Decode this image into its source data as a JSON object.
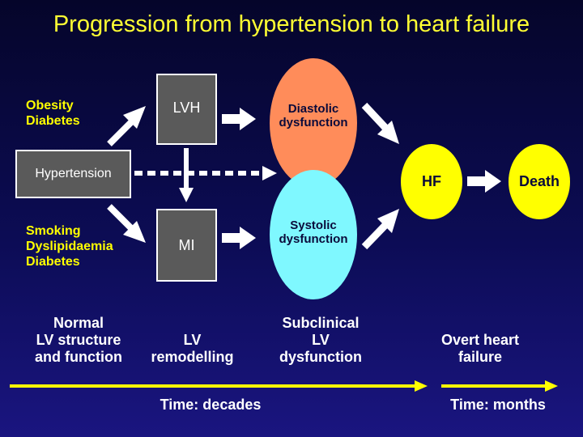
{
  "title": "Progression from hypertension to heart failure",
  "risk_factors_top": [
    "Obesity",
    "Diabetes"
  ],
  "risk_factors_bottom": [
    "Smoking",
    "Dyslipidaemia",
    "Diabetes"
  ],
  "nodes": {
    "hypertension": "Hypertension",
    "lvh": "LVH",
    "mi": "MI",
    "diastolic": "Diastolic dysfunction",
    "systolic": "Systolic dysfunction",
    "hf": "HF",
    "death": "Death"
  },
  "stages": {
    "normal": [
      "Normal",
      "LV structure",
      "and function"
    ],
    "remodelling": [
      "LV",
      "remodelling"
    ],
    "subclinical": [
      "Subclinical",
      "LV",
      "dysfunction"
    ],
    "overt": [
      "Overt heart",
      "failure"
    ]
  },
  "timeline": {
    "decades": "Time: decades",
    "months": "Time: months"
  },
  "colors": {
    "title": "#ffff33",
    "risk_text": "#ffff00",
    "diastolic": "#ff8c5a",
    "systolic": "#7ff8ff",
    "hf": "#ffff00",
    "death": "#ffff00",
    "box": "#5a5a5a",
    "timeline": "#ffff00"
  }
}
